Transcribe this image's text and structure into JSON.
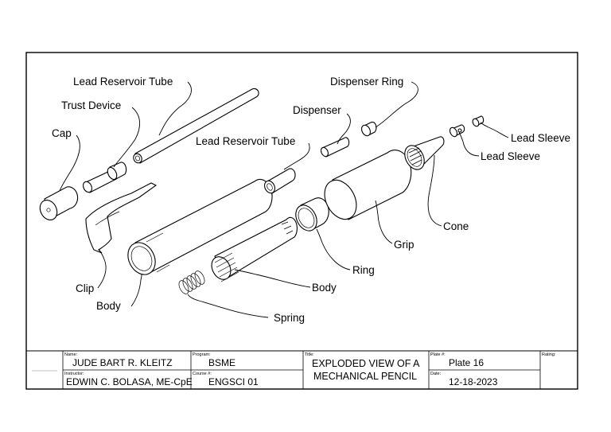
{
  "drawing": {
    "callouts": {
      "lead_reservoir_tube_1": "Lead Reservoir Tube",
      "trust_device": "Trust Device",
      "cap": "Cap",
      "dispenser_ring": "Dispenser Ring",
      "dispenser": "Dispenser",
      "lead_reservoir_tube_2": "Lead Reservoir Tube",
      "lead_sleeve_1": "Lead Sleeve",
      "lead_sleeve_2": "Lead Sleeve",
      "cone": "Cone",
      "grip": "Grip",
      "ring": "Ring",
      "body_1": "Body",
      "body_2": "Body",
      "clip": "Clip",
      "spring": "Spring"
    }
  },
  "title_block": {
    "name_label": "Name:",
    "name_value": "JUDE BART R. KLEITZ",
    "instructor_label": "Instructor:",
    "instructor_value": "EDWIN C. BOLASA, ME-CpE",
    "program_label": "Program:",
    "program_value": "BSME",
    "course_label": "Course #:",
    "course_value": "ENGSCI 01",
    "title_label": "Title:",
    "title_line1": "EXPLODED VIEW OF A",
    "title_line2": "MECHANICAL PENCIL",
    "plate_label": "Plate #:",
    "plate_value": "Plate 16",
    "date_label": "Date:",
    "date_value": "12-18-2023",
    "rating_label": "Rating:"
  }
}
